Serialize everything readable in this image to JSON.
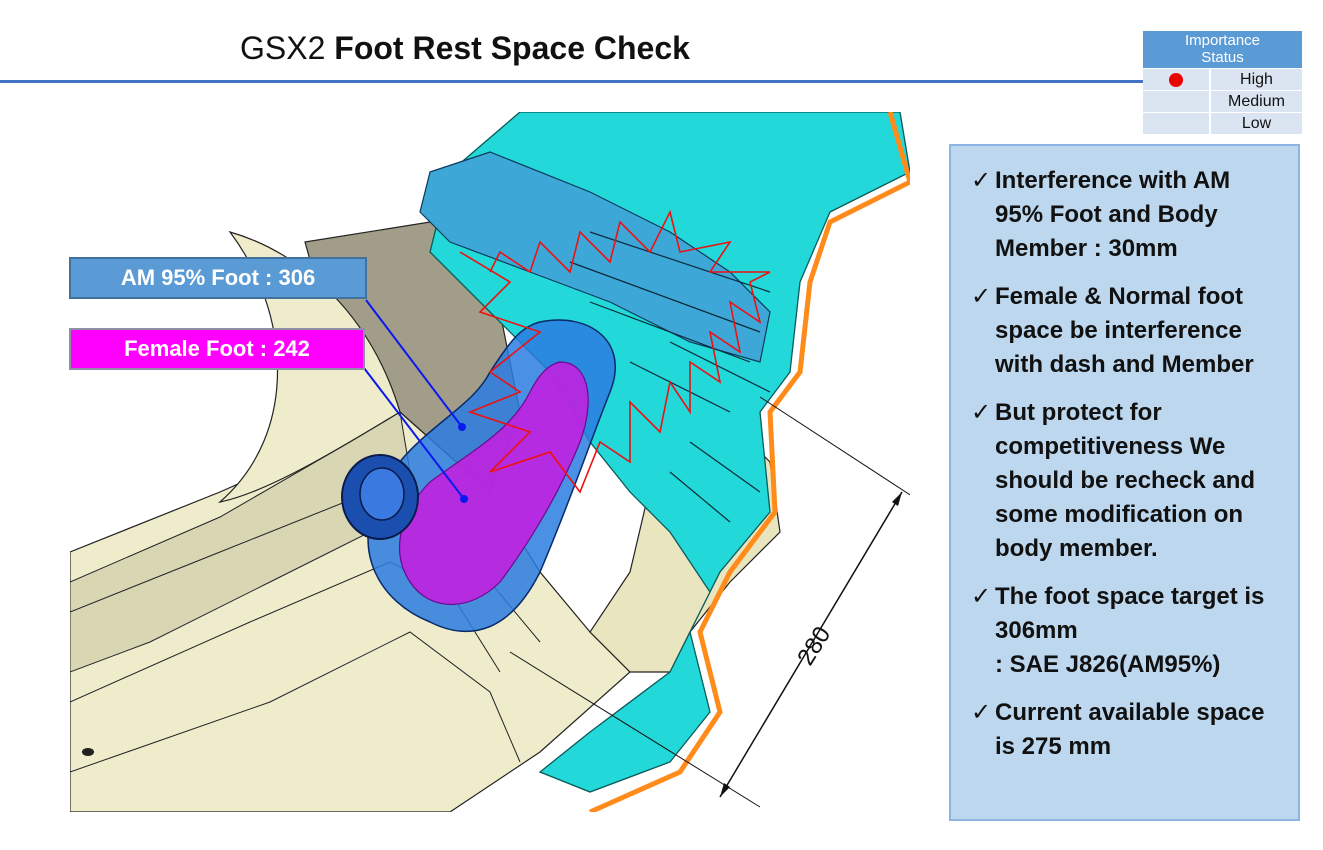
{
  "title": {
    "prefix": "GSX2 ",
    "main": "Foot Rest Space Check"
  },
  "importance": {
    "header": "Importance\nStatus",
    "rows": [
      {
        "label": "High",
        "marked": true,
        "marker_color": "#ee0000"
      },
      {
        "label": "Medium",
        "marked": false
      },
      {
        "label": "Low",
        "marked": false
      }
    ]
  },
  "labels": {
    "am_foot": "AM 95% Foot : 306",
    "female_foot": "Female Foot : 242"
  },
  "dimension": "280",
  "notes": [
    "Interference with AM 95% Foot and Body Member : 30mm",
    "Female & Normal foot space be interference with dash and Member",
    "But protect for competitiveness We should be recheck and some modification on body member.",
    "The foot space target is 306mm\n : SAE J826(AM95%)",
    "Current available space is 275 mm"
  ],
  "colors": {
    "accent": "#5b9bd5",
    "female": "#ff00ff",
    "cad_cyan": "#19d6d6",
    "outline": "#ff8c1a"
  }
}
